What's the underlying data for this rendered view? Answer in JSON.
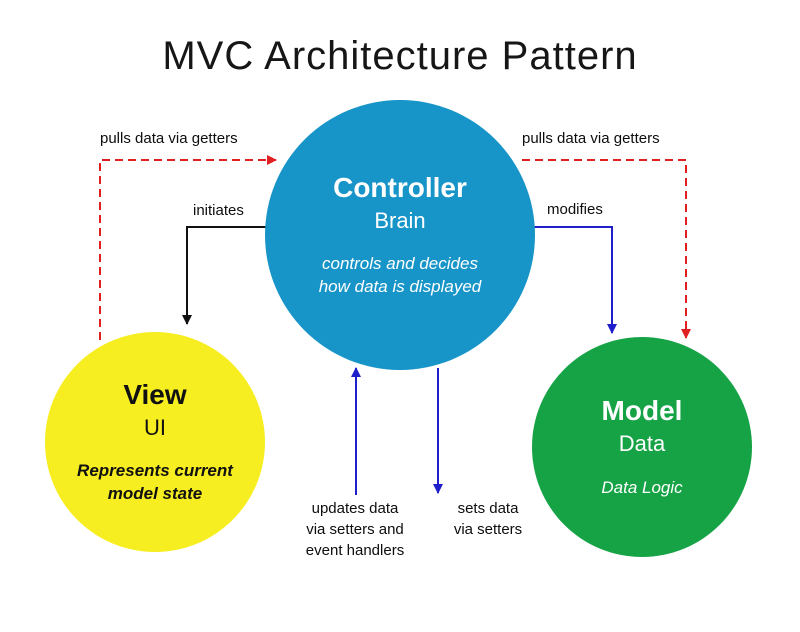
{
  "title": "MVC Architecture Pattern",
  "colors": {
    "controller_circle": "#1794c8",
    "view_circle": "#f7ee21",
    "model_circle": "#16a346",
    "getter_arrows": "#e02020",
    "setter_arrows": "#1e1ecb",
    "initiate_arrow": "#111111"
  },
  "nodes": {
    "controller": {
      "name": "Controller",
      "role": "Brain",
      "description": "controls and decides\nhow data is displayed"
    },
    "view": {
      "name": "View",
      "role": "UI",
      "description": "Represents current\nmodel state"
    },
    "model": {
      "name": "Model",
      "role": "Data",
      "description": "Data Logic"
    }
  },
  "edges": {
    "view_pulls_getters": "pulls data via getters",
    "model_pulls_getters": "pulls data via getters",
    "controller_initiates": "initiates",
    "controller_modifies": "modifies",
    "view_updates": "updates data\nvia setters and\nevent handlers",
    "controller_sets": "sets data\nvia setters"
  }
}
